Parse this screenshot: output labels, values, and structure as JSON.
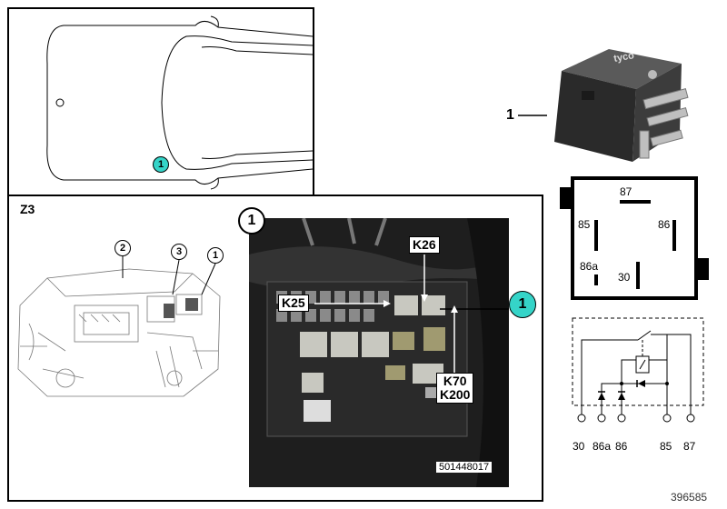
{
  "car_view": {
    "marker": "1"
  },
  "engine_view": {
    "zone": "Z3",
    "callouts": [
      "2",
      "3",
      "1"
    ]
  },
  "photo": {
    "index": "1",
    "labels": {
      "k25": "K25",
      "k26": "K26",
      "k70": "K70",
      "k200": "K200"
    },
    "marker": "1",
    "code": "501448017"
  },
  "relay": {
    "part_number": "1",
    "brand": "tyco"
  },
  "pinout": {
    "pins": [
      "87",
      "85",
      "86",
      "86a",
      "30"
    ]
  },
  "schematic": {
    "terminals": [
      "30",
      "86a",
      "86",
      "85",
      "87"
    ]
  },
  "footer": {
    "drawing_number": "396585"
  },
  "colors": {
    "marker_fill": "#35d4c8",
    "photo_bg": "#1c1c1c"
  }
}
